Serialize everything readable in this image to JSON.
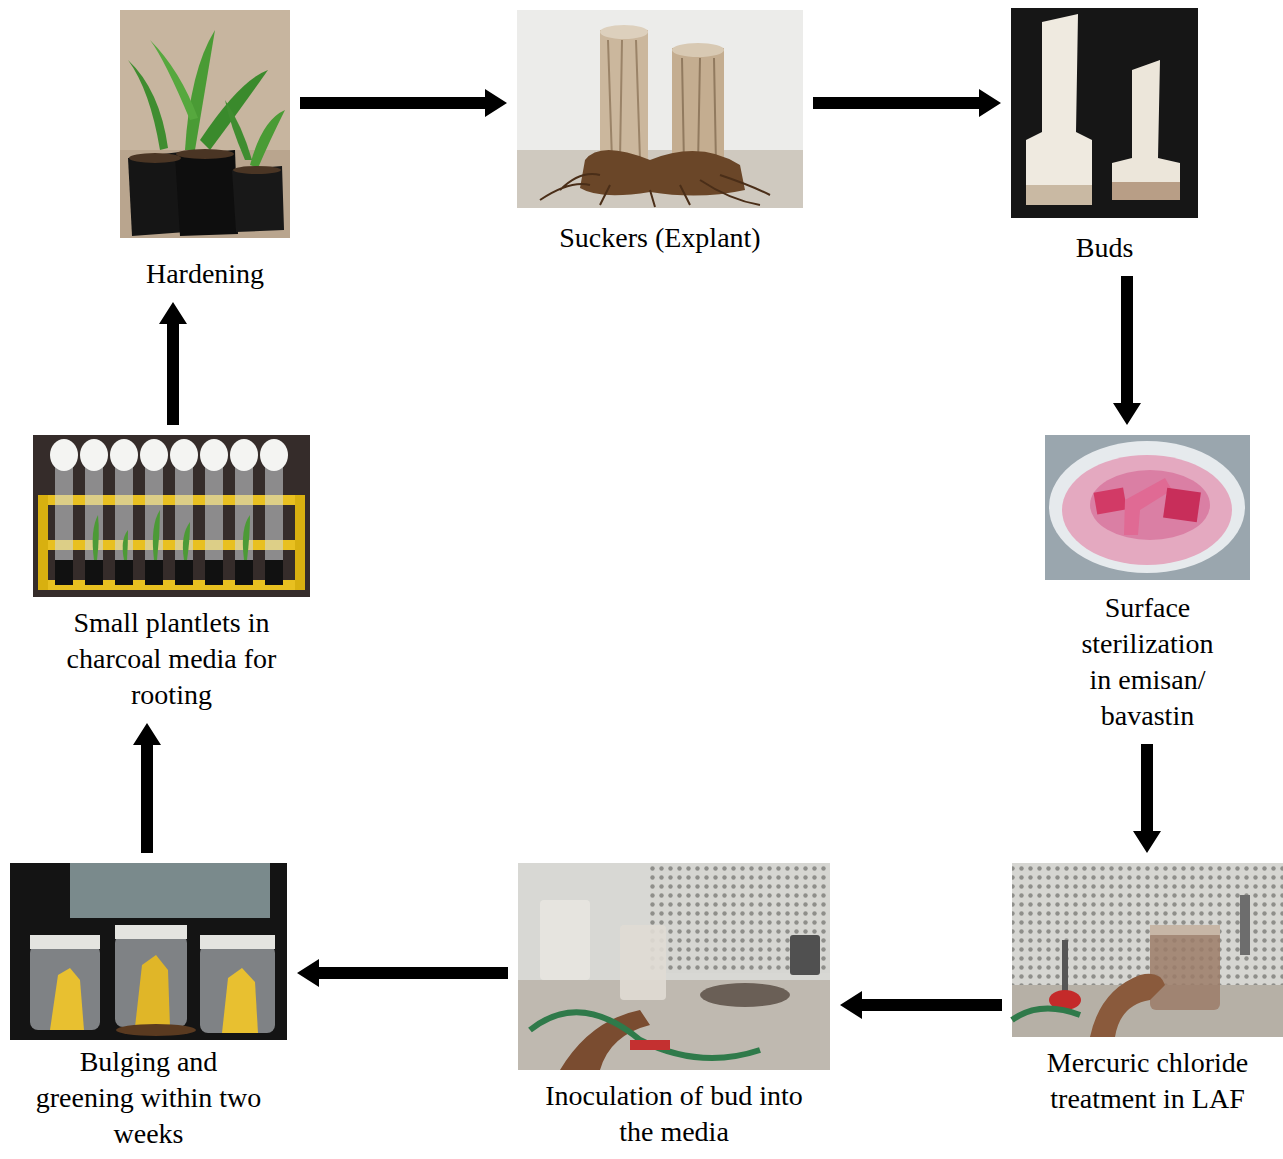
{
  "diagram": {
    "nodes": [
      {
        "text": [
          "Hardening"
        ]
      },
      {
        "text": [
          "Suckers (Explant)"
        ]
      },
      {
        "text": [
          "Buds"
        ]
      },
      {
        "text": [
          "Surface sterilization in emisan/ bavastin"
        ]
      },
      {
        "text": [
          "Mercuric chloride treatment in LAF"
        ]
      },
      {
        "text": [
          "Inoculation of bud into the media"
        ]
      },
      {
        "text": [
          "Bulging and greening within two weeks"
        ]
      },
      {
        "text": [
          "Small plantlets in charcoal media for rooting"
        ]
      }
    ],
    "edges": [
      {
        "from": 0,
        "to": 1,
        "arrow": "to"
      },
      {
        "from": 1,
        "to": 2,
        "arrow": "to"
      },
      {
        "from": 2,
        "to": 3,
        "arrow": "to"
      },
      {
        "from": 3,
        "to": 4,
        "arrow": "to"
      },
      {
        "from": 4,
        "to": 5,
        "arrow": "to"
      },
      {
        "from": 5,
        "to": 6,
        "arrow": "to"
      },
      {
        "from": 6,
        "to": 7,
        "arrow": "to"
      },
      {
        "from": 7,
        "to": 0,
        "arrow": "to"
      }
    ]
  }
}
